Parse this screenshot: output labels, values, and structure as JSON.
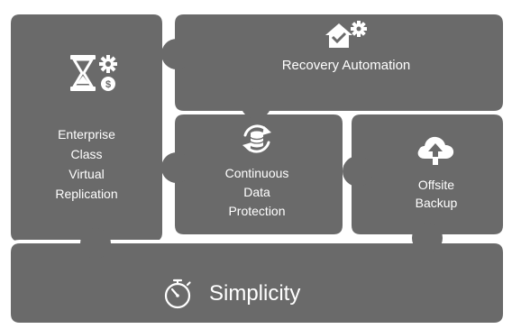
{
  "colors": {
    "tile": "#6a6a6a",
    "tile_edge": "#ffffff",
    "text": "#ffffff",
    "background": "#ffffff"
  },
  "pieces": {
    "replication": {
      "icon": "hourglass-gear-dollar-icon",
      "lines": [
        "Enterprise",
        "Class",
        "Virtual",
        "Replication"
      ]
    },
    "recovery": {
      "icon": "house-gear-check-icon",
      "label": "Recovery Automation"
    },
    "protection": {
      "icon": "database-sync-icon",
      "lines": [
        "Continuous",
        "Data",
        "Protection"
      ]
    },
    "backup": {
      "icon": "cloud-upload-icon",
      "lines": [
        "Offsite",
        "Backup"
      ]
    },
    "simplicity": {
      "icon": "stopwatch-icon",
      "label": "Simplicity"
    }
  }
}
